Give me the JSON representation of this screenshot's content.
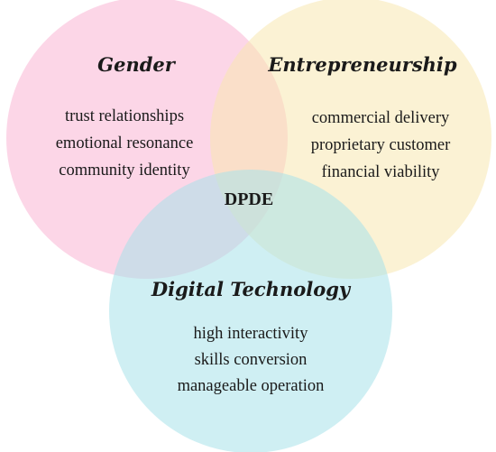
{
  "diagram": {
    "center_label": "DPDE",
    "sets": [
      {
        "title": "Gender",
        "color": "#f9b5d4",
        "items": [
          "trust relationships",
          "emotional resonance",
          "community identity"
        ]
      },
      {
        "title": "Entrepreneurship",
        "color": "#f8e8b0",
        "items": [
          "commercial delivery",
          "proprietary customer",
          "financial viability"
        ]
      },
      {
        "title": "Digital Technology",
        "color": "#a8e1e9",
        "items": [
          "high interactivity",
          "skills conversion",
          "manageable operation"
        ]
      }
    ]
  }
}
